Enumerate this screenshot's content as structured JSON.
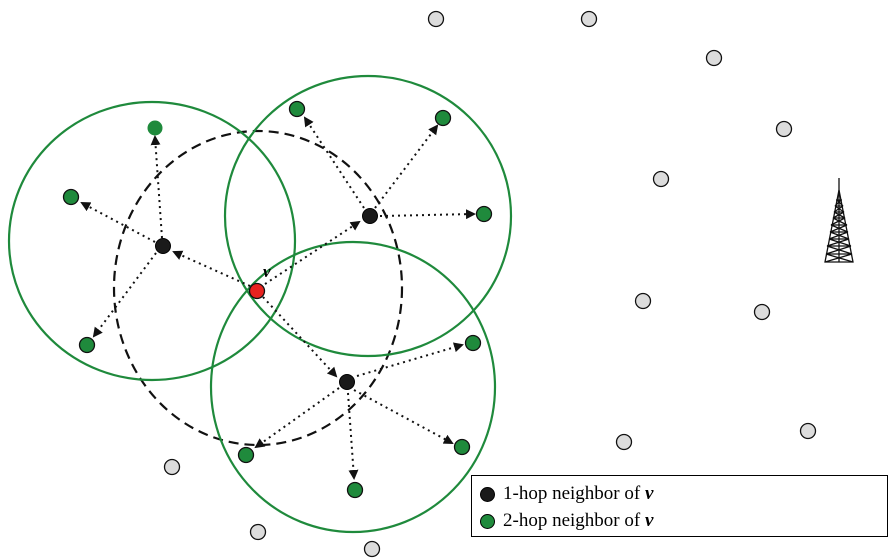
{
  "colors": {
    "one_hop": "#1a1a1a",
    "two_hop": "#1f8a3c",
    "source": "#e8231f",
    "other": "#dcdcdc",
    "range_circle": "#1f8a3c",
    "node_outline": "#111111"
  },
  "source_label": "v",
  "legend": {
    "one_hop_text": "1-hop neighbor of ",
    "two_hop_text": "2-hop neighbor of ",
    "var": "v"
  },
  "icons": {
    "tower": "cell-tower-icon"
  }
}
